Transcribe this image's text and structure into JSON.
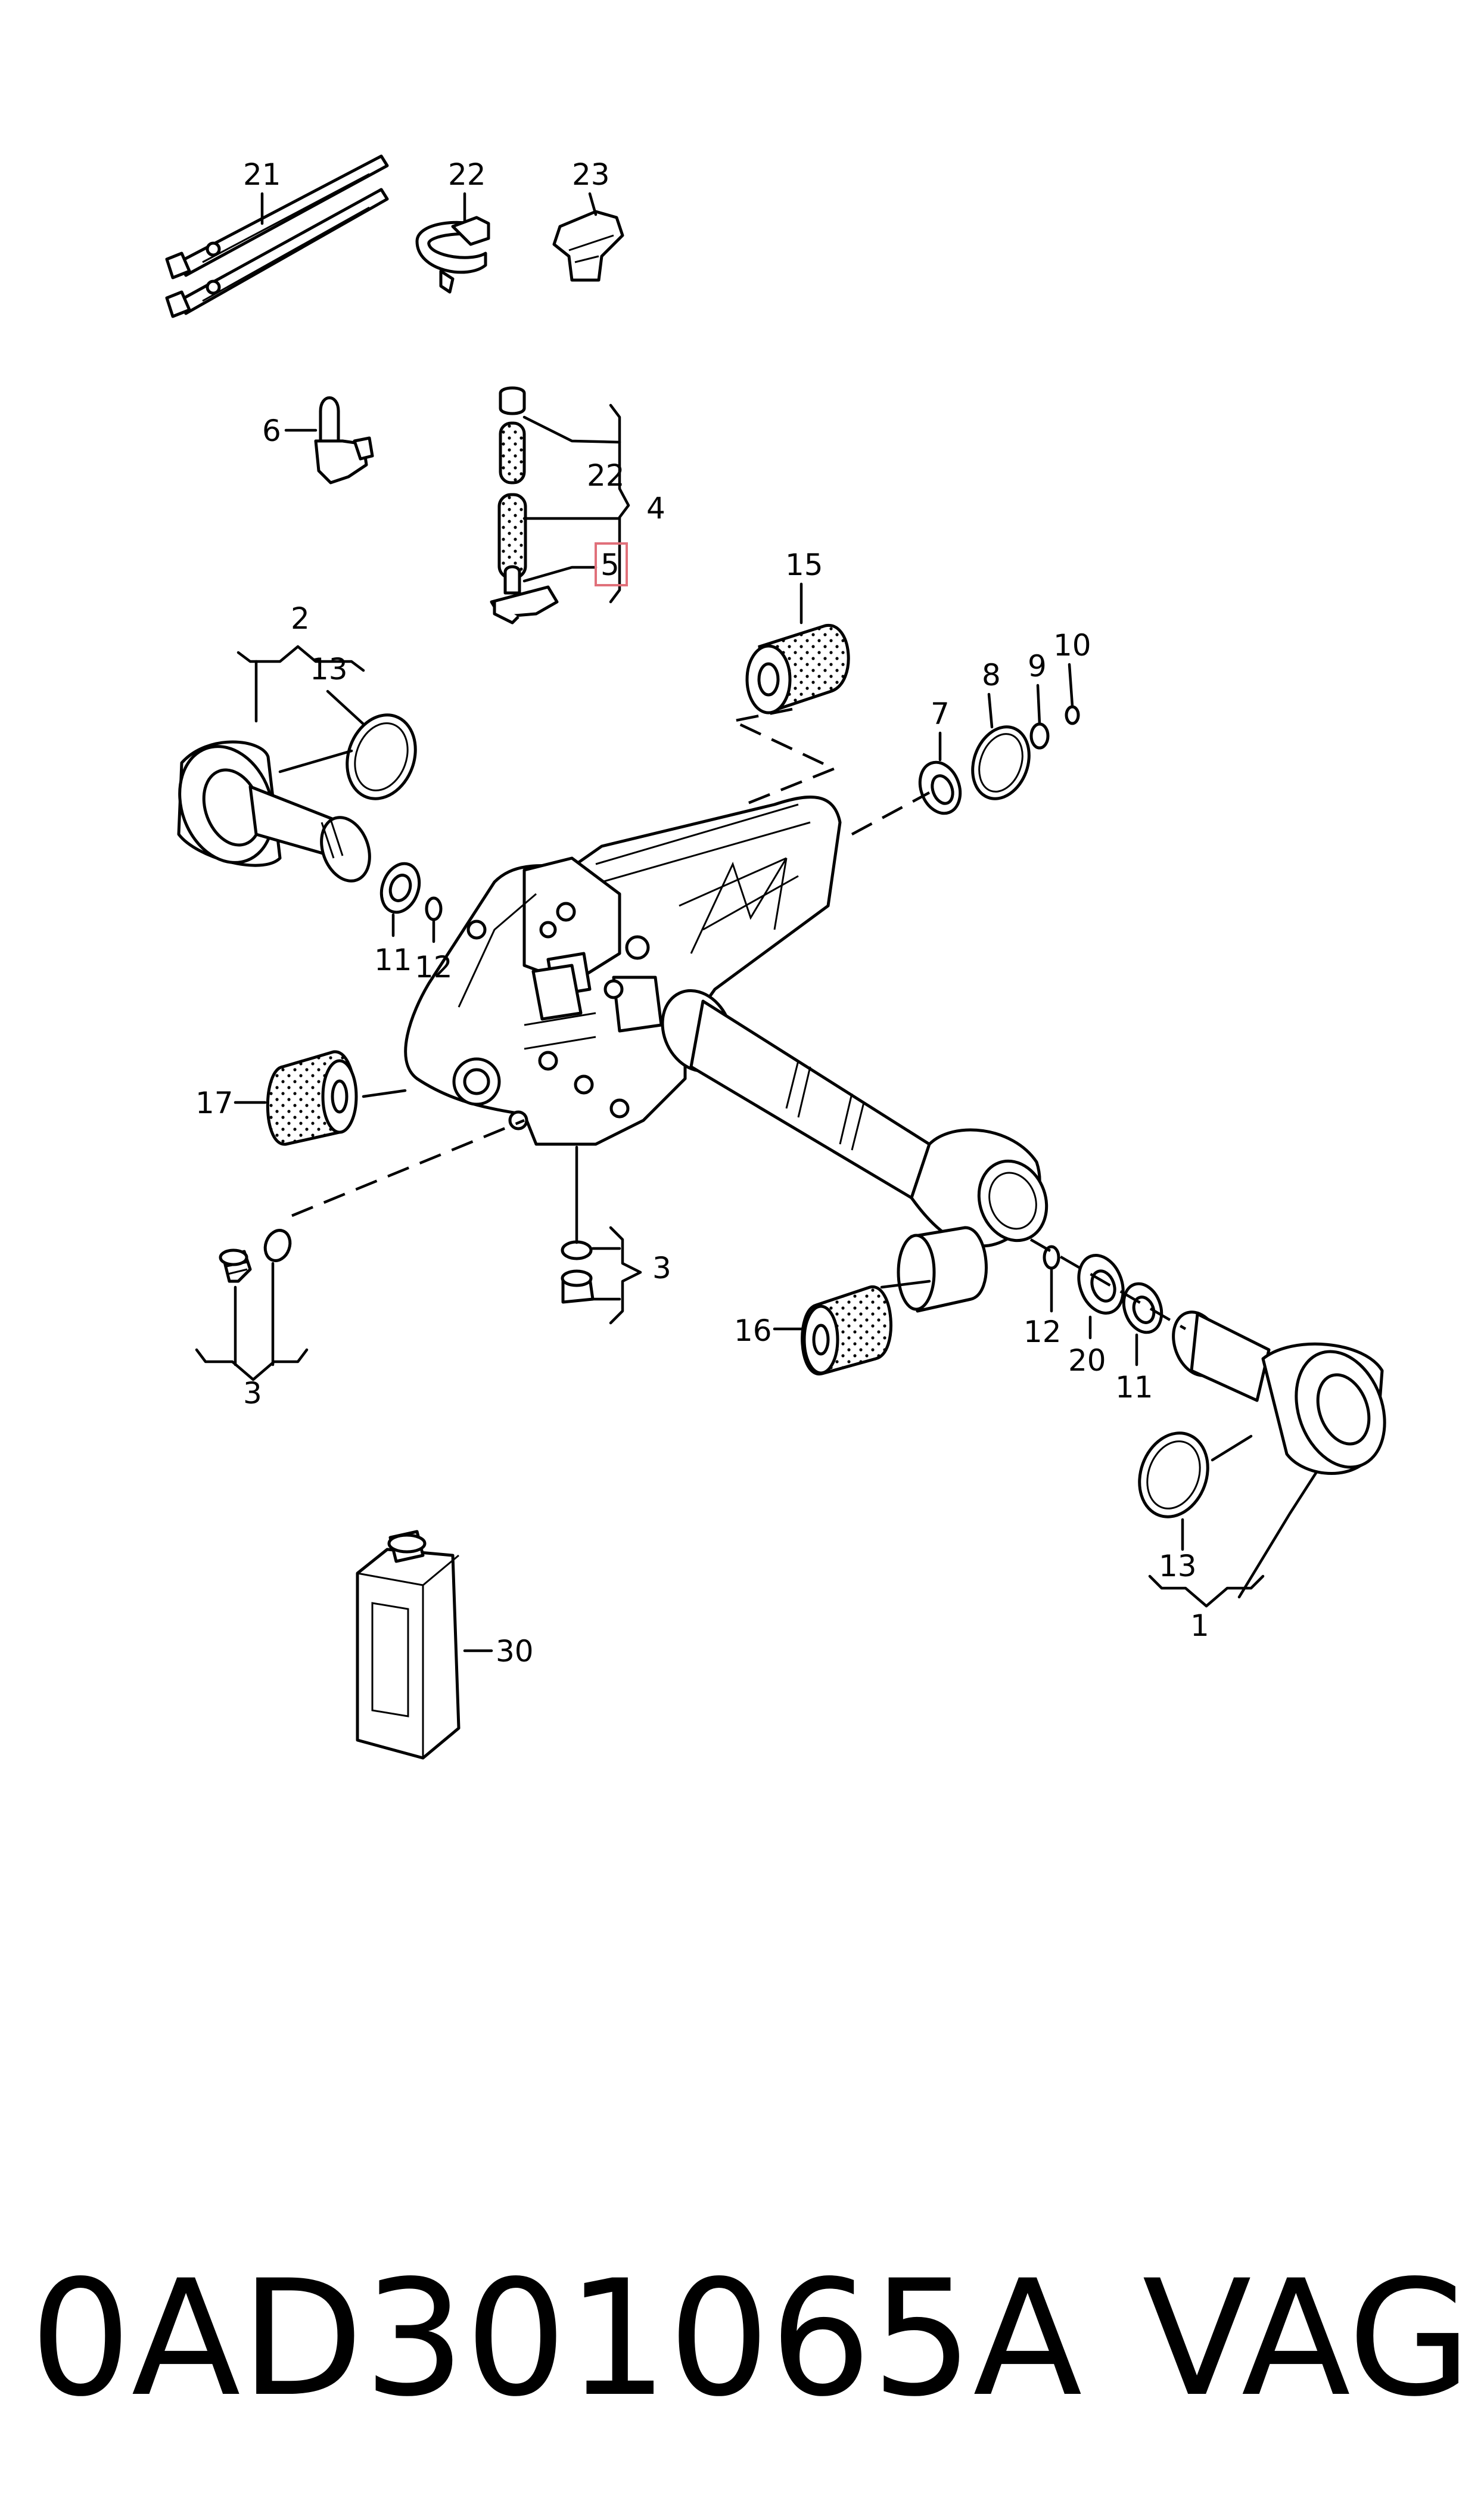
{
  "callouts": {
    "c21": "21",
    "c22a": "22",
    "c23": "23",
    "c6": "6",
    "c22b": "22",
    "c4": "4",
    "c5": "5",
    "c15": "15",
    "c2": "2",
    "c13a": "13",
    "c7": "7",
    "c8": "8",
    "c9": "9",
    "c10": "10",
    "c11a": "11",
    "c12a": "12",
    "c17": "17",
    "c3a": "3",
    "c3b": "3",
    "c16": "16",
    "c12b": "12",
    "c20": "20",
    "c11b": "11",
    "c13b": "13",
    "c1": "1",
    "c30": "30"
  },
  "highlight_color": "#e0707a",
  "footer": {
    "part_number": "0AD301065A",
    "brand": "VAG"
  }
}
